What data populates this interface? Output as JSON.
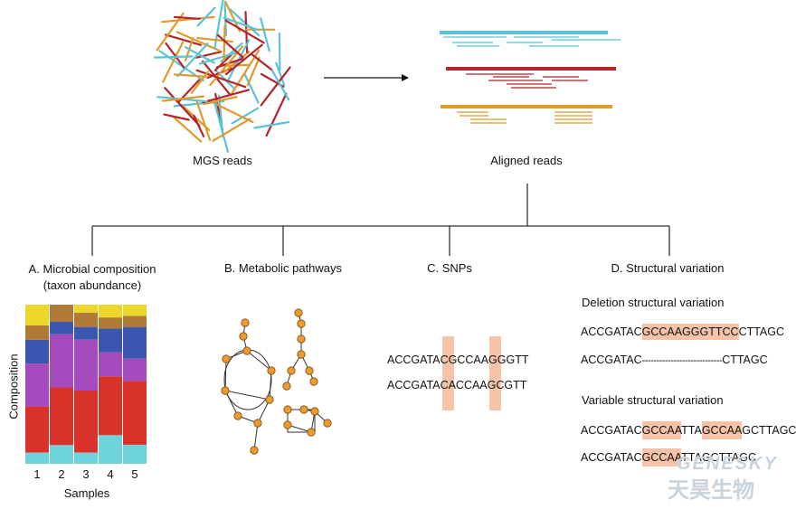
{
  "top": {
    "left_label": "MGS reads",
    "right_label": "Aligned reads"
  },
  "panels": {
    "a": {
      "line1": "A. Microbial composition",
      "line2": "(taxon abundance)"
    },
    "b": {
      "title": "B. Metabolic pathways"
    },
    "c": {
      "title": "C. SNPs",
      "seq1": "ACCGATACGCCAAGGGTT",
      "seq2": "ACCGATACACCAAGCGTT"
    },
    "d": {
      "title": "D. Structural variation",
      "deletion_title": "Deletion structural variation",
      "del_seq1_pre": "ACCGATAC",
      "del_seq1_hl": "GCCAAGGGTTCC",
      "del_seq1_post": "CTTAGC",
      "del_seq2_pre": "ACCGATAC",
      "del_seq2_dash": "----------------------------",
      "del_seq2_post": "CTTAGC",
      "variable_title": "Variable structural variation",
      "var_seq1_pre": "ACCGATAC",
      "var_seq1_hl1": "GCCAA",
      "var_seq1_mid": "TTA",
      "var_seq1_hl2": "GCCAA",
      "var_seq1_post": "GCTTAGC",
      "var_seq2_pre": "ACCGATAC",
      "var_seq2_hl": "GCCAA",
      "var_seq2_post": "TTAGCTTAGC"
    }
  },
  "chart_data": {
    "type": "bar",
    "stacked": true,
    "xlabel": "Samples",
    "ylabel": "Composition",
    "categories": [
      "1",
      "2",
      "3",
      "4",
      "5"
    ],
    "series": [
      {
        "color": "#6fd3dc",
        "values": [
          0.07,
          0.12,
          0.07,
          0.18,
          0.12
        ]
      },
      {
        "color": "#d9322a",
        "values": [
          0.29,
          0.37,
          0.39,
          0.37,
          0.4
        ]
      },
      {
        "color": "#a54bbe",
        "values": [
          0.27,
          0.34,
          0.32,
          0.15,
          0.14
        ]
      },
      {
        "color": "#3a56b0",
        "values": [
          0.15,
          0.08,
          0.08,
          0.15,
          0.2
        ]
      },
      {
        "color": "#b07a36",
        "values": [
          0.09,
          0.11,
          0.09,
          0.07,
          0.07
        ]
      },
      {
        "color": "#ecd62a",
        "values": [
          0.13,
          0.0,
          0.05,
          0.08,
          0.07
        ]
      }
    ]
  },
  "colors": {
    "cyan": "#5bc3d6",
    "red": "#b5242a",
    "orange": "#e09a2a",
    "highlight": "#f6c3a8",
    "node": "#ee9a2c"
  },
  "watermark": {
    "latin": "GENESKY",
    "cjk": "天昊生物"
  }
}
